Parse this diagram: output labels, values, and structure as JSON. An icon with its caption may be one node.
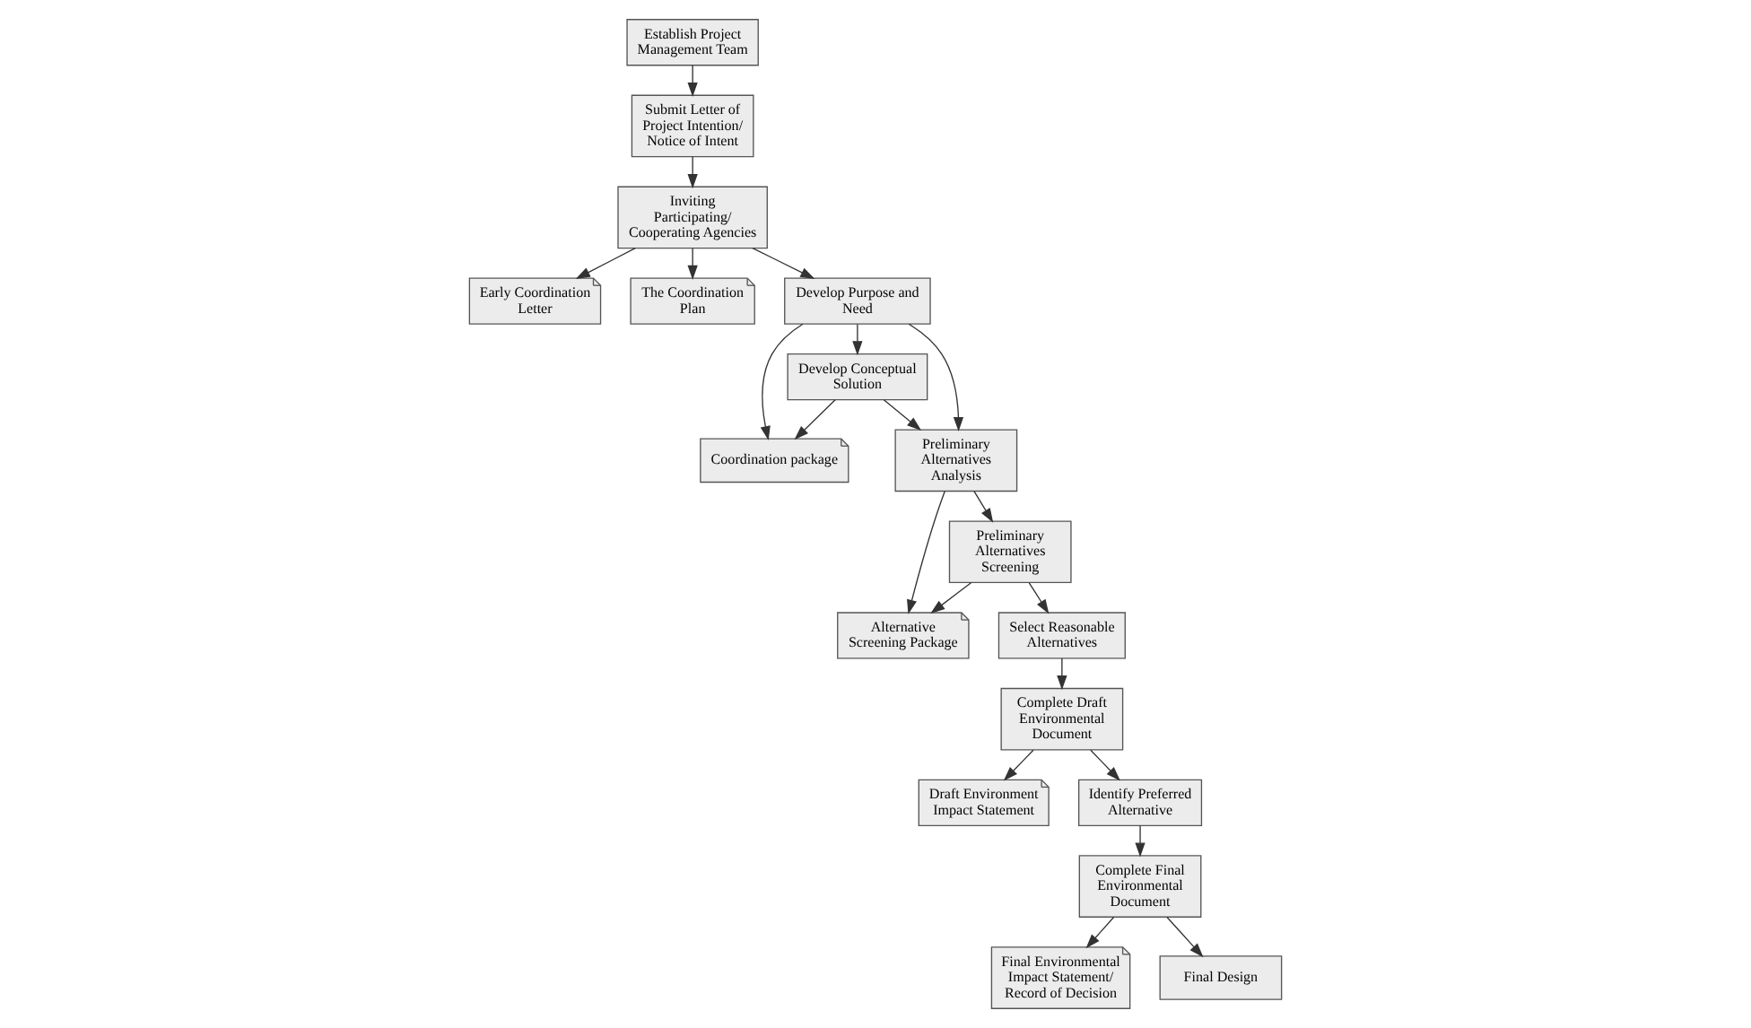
{
  "diagram": {
    "nodes": [
      {
        "text": [
          "Establish Project Management Team"
        ]
      },
      {
        "text": [
          "Submit Letter of Project Intention/ Notice of Intent"
        ]
      },
      {
        "text": [
          "Inviting Participating/ Cooperating Agencies"
        ]
      },
      {
        "text": [
          "Early Coordination Letter"
        ]
      },
      {
        "text": [
          "The Coordination Plan"
        ]
      },
      {
        "text": [
          "Develop Purpose and Need"
        ]
      },
      {
        "text": [
          "Develop Conceptual Solution"
        ]
      },
      {
        "text": [
          "Coordination package"
        ]
      },
      {
        "text": [
          "Preliminary Alternatives Analysis"
        ]
      },
      {
        "text": [
          "Preliminary Alternatives Screening"
        ]
      },
      {
        "text": [
          "Alternative Screening Package"
        ]
      },
      {
        "text": [
          "Select Reasonable Alternatives"
        ]
      },
      {
        "text": [
          "Complete Draft Environmental Document"
        ]
      },
      {
        "text": [
          "Draft Environment Impact Statement"
        ]
      },
      {
        "text": [
          "Identify Preferred Alternative"
        ]
      },
      {
        "text": [
          "Complete Final Environmental Document"
        ]
      },
      {
        "text": [
          "Final Environmental Impact Statement/ Record of Decision"
        ]
      },
      {
        "text": [
          "Final Design"
        ]
      }
    ],
    "edges": [
      {
        "from": 0,
        "to": 1,
        "arrow": "to"
      },
      {
        "from": 1,
        "to": 2,
        "arrow": "to"
      },
      {
        "from": 2,
        "to": 3,
        "arrow": "to"
      },
      {
        "from": 2,
        "to": 4,
        "arrow": "to"
      },
      {
        "from": 2,
        "to": 5,
        "arrow": "to"
      },
      {
        "from": 5,
        "to": 6,
        "arrow": "to"
      },
      {
        "from": 5,
        "to": 7,
        "arrow": "to"
      },
      {
        "from": 6,
        "to": 7,
        "arrow": "to"
      },
      {
        "from": 5,
        "to": 8,
        "arrow": "to"
      },
      {
        "from": 6,
        "to": 8,
        "arrow": "to"
      },
      {
        "from": 8,
        "to": 9,
        "arrow": "to"
      },
      {
        "from": 8,
        "to": 10,
        "arrow": "to"
      },
      {
        "from": 9,
        "to": 10,
        "arrow": "to"
      },
      {
        "from": 9,
        "to": 11,
        "arrow": "to"
      },
      {
        "from": 11,
        "to": 12,
        "arrow": "to"
      },
      {
        "from": 12,
        "to": 13,
        "arrow": "to"
      },
      {
        "from": 12,
        "to": 14,
        "arrow": "to"
      },
      {
        "from": 14,
        "to": 15,
        "arrow": "to"
      },
      {
        "from": 15,
        "to": 17,
        "arrow": "to"
      },
      {
        "from": 15,
        "to": 16,
        "arrow": "to"
      }
    ]
  }
}
